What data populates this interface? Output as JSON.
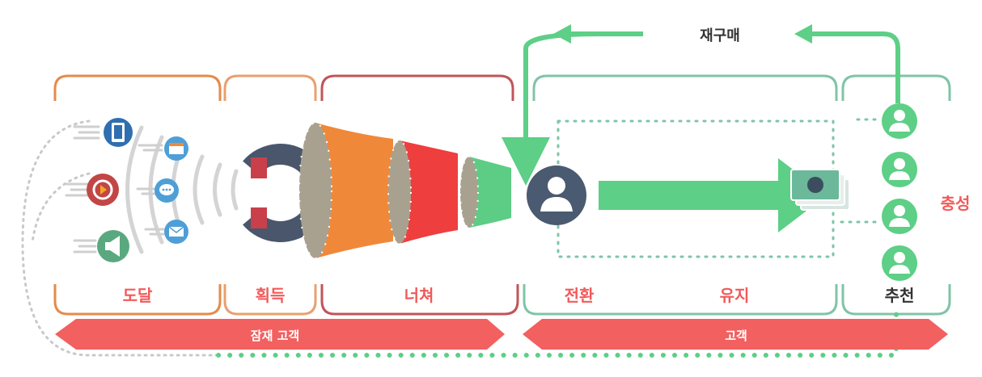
{
  "stages": {
    "reach": "도달",
    "acquire": "획득",
    "nurture": "너쳐",
    "convert": "전환",
    "retain": "유지",
    "recommend": "추천"
  },
  "repurchase": "재구매",
  "loyalty": "충성",
  "banners": {
    "potential_customers": "잠재 고객",
    "customers": "고객"
  },
  "colors": {
    "orange": "#e58a4b",
    "orange_light": "#e8a070",
    "red_brown": "#c0555a",
    "teal": "#7fc4a6",
    "green": "#5dcf86",
    "coral": "#f25a5a",
    "banner": "#f26060",
    "navy": "#4a5a70",
    "gray": "#c9c9c9",
    "funnel_orange": "#f0883a",
    "funnel_red": "#ee3e3e",
    "funnel_green": "#5dcd85"
  },
  "icons": [
    "tablet-icon",
    "play-icon",
    "megaphone-icon",
    "browser-icon",
    "chat-icon",
    "mail-icon",
    "magnet-icon",
    "user-icon",
    "money-icon"
  ]
}
